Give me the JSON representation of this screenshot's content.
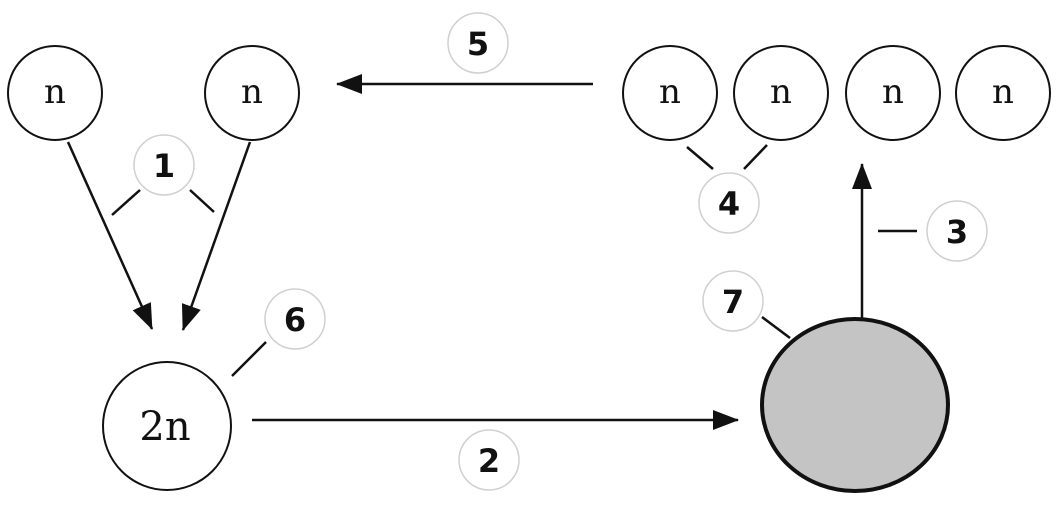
{
  "diagram": {
    "haploid_label": "n",
    "diploid_label": "2n",
    "markers": {
      "m1": "1",
      "m2": "2",
      "m3": "3",
      "m4": "4",
      "m5": "5",
      "m6": "6",
      "m7": "7"
    },
    "colors": {
      "stroke": "#111111",
      "large_cell_fill": "#c4c4c4",
      "marker_border": "#d0d0d0",
      "background": "#ffffff"
    }
  }
}
